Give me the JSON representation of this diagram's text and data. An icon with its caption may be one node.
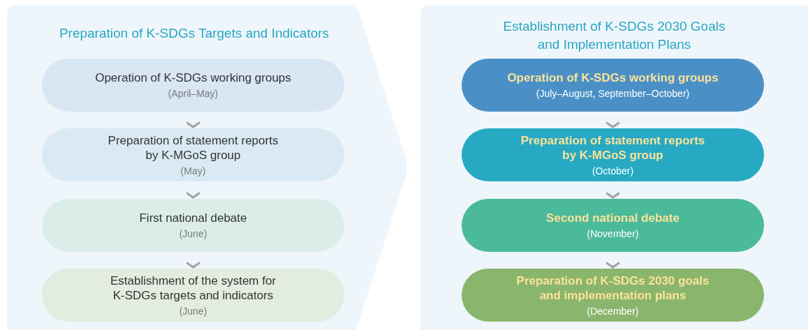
{
  "diagram": {
    "nodes": [
      {
        "text": [
          "Preparation of K-SDGs Targets and Indicators"
        ]
      },
      {
        "text": [
          "Operation of K-SDGs working groups",
          "(April–May)"
        ],
        "in": 0
      },
      {
        "text": [
          "Preparation of statement reports by K-MGoS  group",
          "(May)"
        ],
        "in": 0
      },
      {
        "text": [
          "First national debate",
          "(June)"
        ],
        "in": 0
      },
      {
        "text": [
          "Establishment of the system for K-SDGs targets and indicators",
          "(June)"
        ],
        "in": 0
      },
      {
        "text": [
          "Establishment of K-SDGs 2030 Goals and Implementation Plans"
        ]
      },
      {
        "text": [
          "Operation of K-SDGs working groups",
          "(July–August, September–October)"
        ],
        "in": 5
      },
      {
        "text": [
          "Preparation of statement reports by K-MGoS  group",
          "(October)"
        ],
        "in": 5
      },
      {
        "text": [
          "Second national debate",
          "(November)"
        ],
        "in": 5
      },
      {
        "text": [
          "Preparation of K-SDGs 2030 goals and implementation plans",
          "(December)"
        ],
        "in": 5
      }
    ],
    "edges": [
      {
        "from": 1,
        "to": 2,
        "arrow": "to"
      },
      {
        "from": 2,
        "to": 3,
        "arrow": "to"
      },
      {
        "from": 3,
        "to": 4,
        "arrow": "to"
      },
      {
        "from": 6,
        "to": 7,
        "arrow": "to"
      },
      {
        "from": 7,
        "to": 8,
        "arrow": "to"
      },
      {
        "from": 8,
        "to": 9,
        "arrow": "to"
      }
    ]
  }
}
